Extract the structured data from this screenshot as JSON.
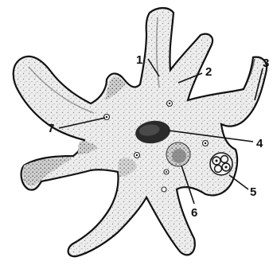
{
  "labels": {
    "l1": "1",
    "l2": "2",
    "l3": "3",
    "l4": "4",
    "l5": "5",
    "l6": "6",
    "l7": "7"
  },
  "colors": {
    "outline": "#111111",
    "cytoplasm": "#ebebeb",
    "stipple": "#8a8a8a",
    "nucleus": "#222222"
  }
}
